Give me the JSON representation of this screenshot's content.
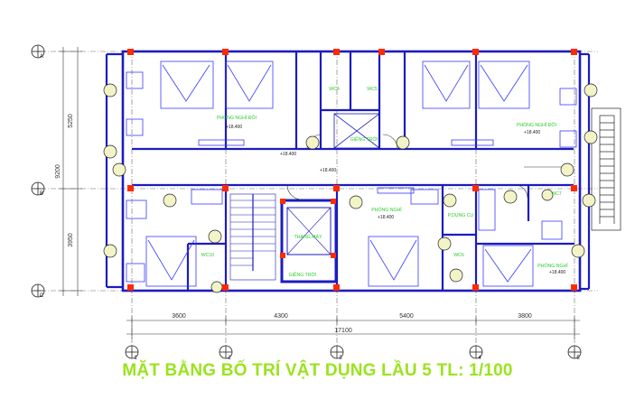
{
  "title": "MẶT BẰNG BỐ TRÍ VẬT DỤNG LẦU 5  TL: 1/100",
  "grid": {
    "vertical_axes": [
      "1",
      "2",
      "3",
      "4",
      "5"
    ],
    "horizontal_axes": [
      "A",
      "B",
      "C"
    ]
  },
  "dimensions": {
    "bottom": [
      "3600",
      "4300",
      "5400",
      "3800"
    ],
    "bottom_total": "17100",
    "left": [
      "5250",
      "3950"
    ],
    "left_total": "9200"
  },
  "rooms": {
    "room_top_left": "PHÒNG NGHỈ ĐÔI",
    "room_top_right": "PHÒNG NGHỈ ĐÔI",
    "wc4": "WC4",
    "wc5": "WC5",
    "gieng_troi": "GIẾNG TRỜI",
    "thang_may": "THANG MÁY",
    "gieng_troi_2": "GIẾNG TRỜI",
    "room_center": "PHÒNG NGHỈ",
    "dung_cu": "P.DỤNG CỤ",
    "wc6": "WC6",
    "wc7": "WC7",
    "wc10": "WC10",
    "room_bottom_right": "PHÒNG NGHỈ"
  },
  "levels": {
    "l1": "+18.400",
    "l2": "+18.400",
    "l3": "+18.400",
    "l4": "+18.400",
    "l5": "+18.400",
    "l6": "+18.400"
  },
  "colors": {
    "wall": "#1c1cbf",
    "column": "#ff2a00",
    "grid_line": "#6b6b6b",
    "room_text": "#2ecc2e",
    "title": "#9be31d",
    "furniture": "#3a3aff"
  }
}
